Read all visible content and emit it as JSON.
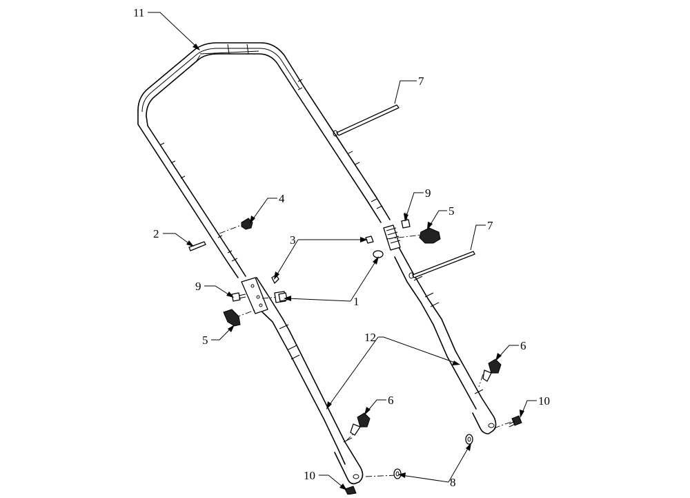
{
  "callouts": {
    "c1": "1",
    "c2": "2",
    "c3": "3",
    "c4": "4",
    "c5_left": "5",
    "c5_right": "5",
    "c6_right": "6",
    "c6_left": "6",
    "c7_top": "7",
    "c7_mid": "7",
    "c8": "8",
    "c9_left": "9",
    "c9_right": "9",
    "c10_left": "10",
    "c10_right": "10",
    "c11": "11",
    "c12": "12"
  }
}
